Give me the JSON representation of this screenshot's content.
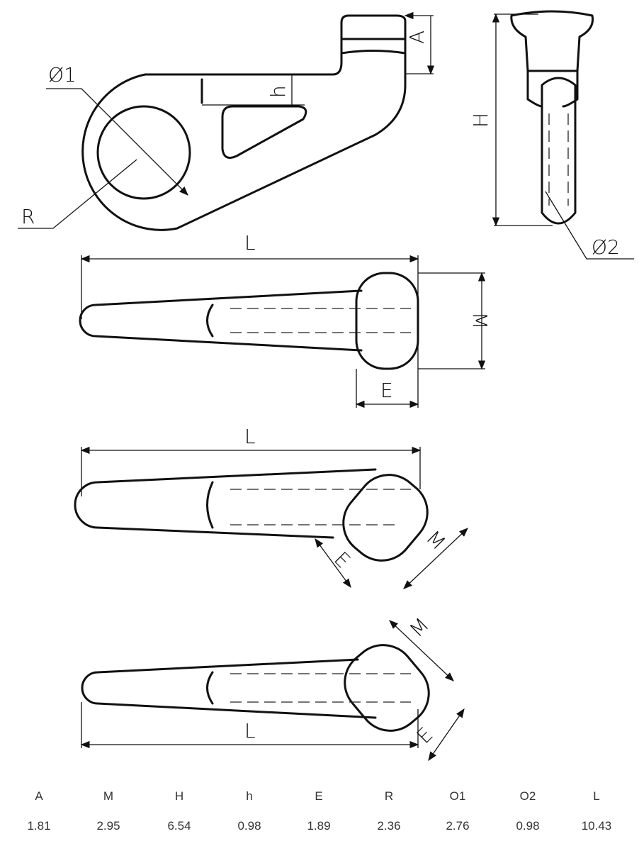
{
  "drawing": {
    "labels": {
      "phi1": "Ø1",
      "phi2": "Ø2",
      "R": "R",
      "A": "A",
      "h": "h",
      "H": "H",
      "L1": "L",
      "M1": "M",
      "E1": "E",
      "L2": "L",
      "M2": "M",
      "E2": "E",
      "L3": "L",
      "M3": "M",
      "E3": "E"
    }
  },
  "table": {
    "headers": [
      "A",
      "M",
      "H",
      "h",
      "E",
      "R",
      "O1",
      "O2",
      "L"
    ],
    "values": [
      "1.81",
      "2.95",
      "6.54",
      "0.98",
      "1.89",
      "2.36",
      "2.76",
      "0.98",
      "10.43"
    ]
  }
}
